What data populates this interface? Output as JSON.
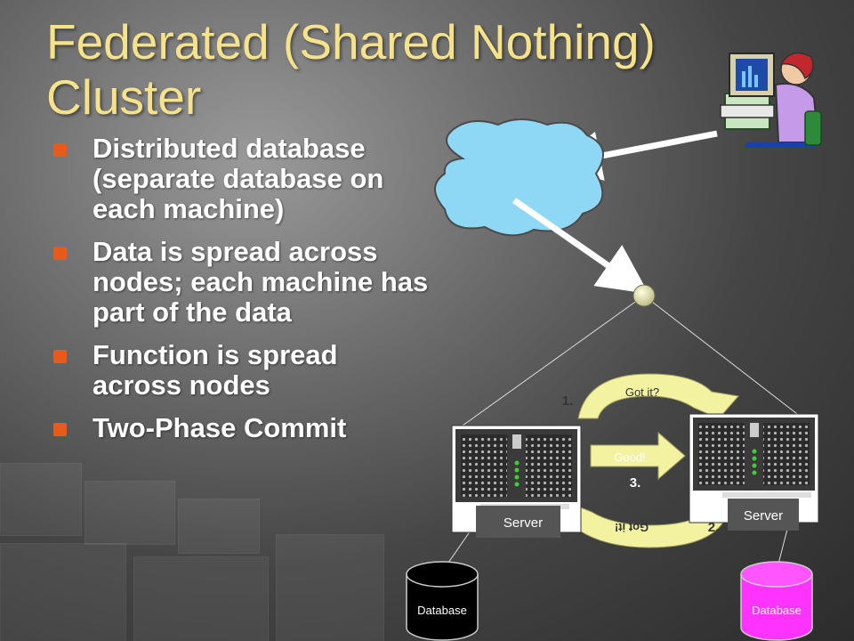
{
  "slide": {
    "title": "Federated (Shared Nothing) Cluster",
    "bullets": [
      "Distributed database (separate database on each machine)",
      "Data is spread across nodes; each machine has part of the data",
      "Function is spread across nodes",
      "Two-Phase Commit"
    ]
  },
  "diagram": {
    "step1": "1.",
    "step2": "2.",
    "step3": "3.",
    "arrow_top_label": "Got it?",
    "arrow_mid_label": "Good!",
    "arrow_bottom_label": "Got it!",
    "server_left_label": "Server",
    "server_right_label": "Server",
    "db_left_label": "Database",
    "db_right_label": "Database"
  },
  "colors": {
    "title": "#f5e28a",
    "bullet": "#e85a1a",
    "cloud": "#8fd8f5",
    "arrow_fill": "#f2f2a0",
    "db_left": "#000000",
    "db_right": "#ff33ff"
  }
}
